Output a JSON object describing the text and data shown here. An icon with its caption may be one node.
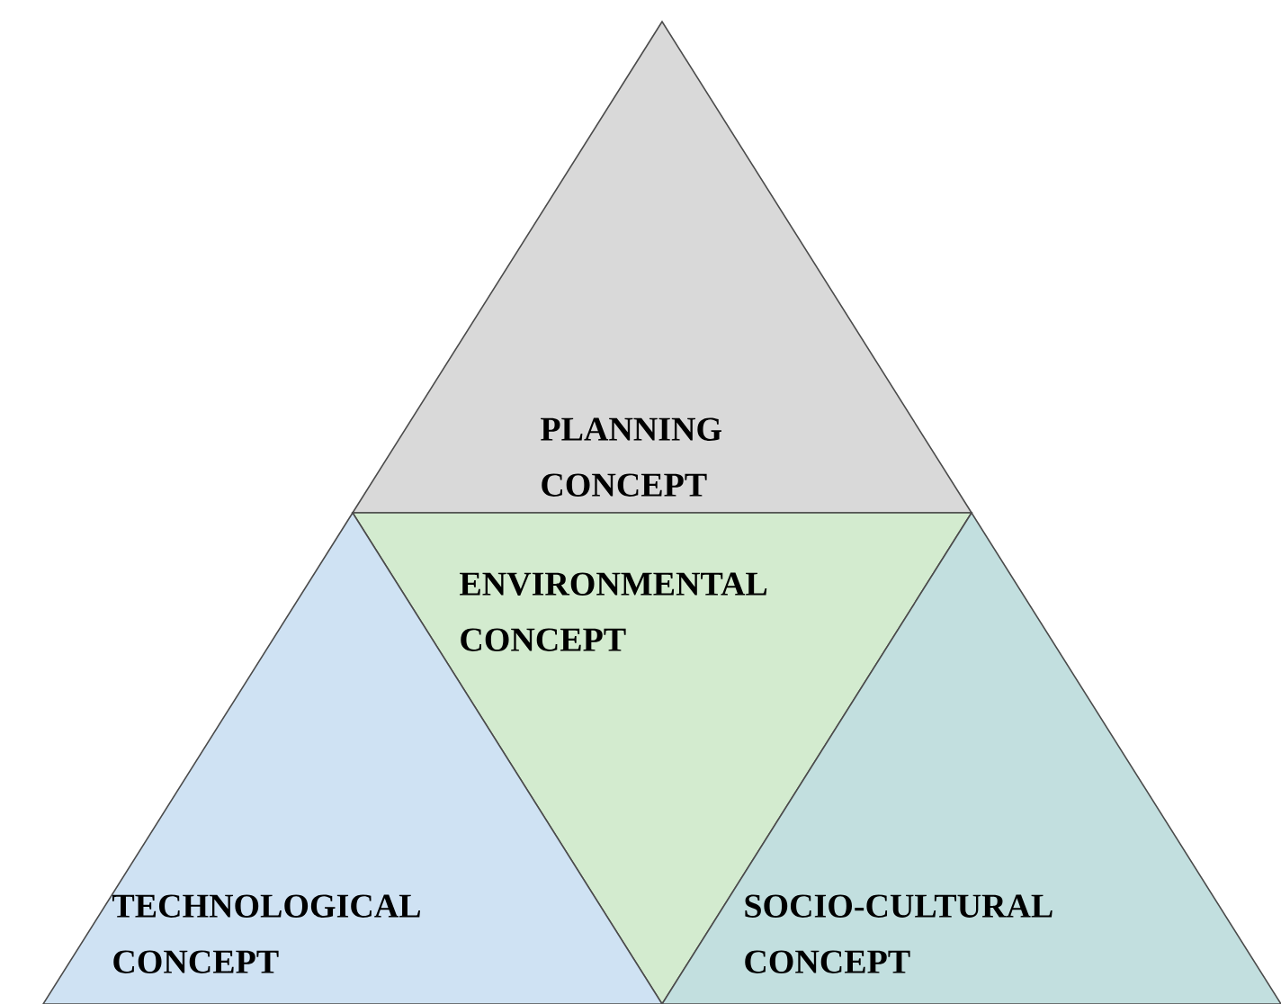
{
  "diagram": {
    "nodes": [
      {
        "text": [
          "PLANNING CONCEPT"
        ]
      },
      {
        "text": [
          "ENVIRONMENTAL CONCEPT"
        ]
      },
      {
        "text": [
          "TECHNOLOGICAL CONCEPT"
        ]
      },
      {
        "text": [
          "SOCIO-CULTURAL CONCEPT"
        ]
      }
    ]
  }
}
